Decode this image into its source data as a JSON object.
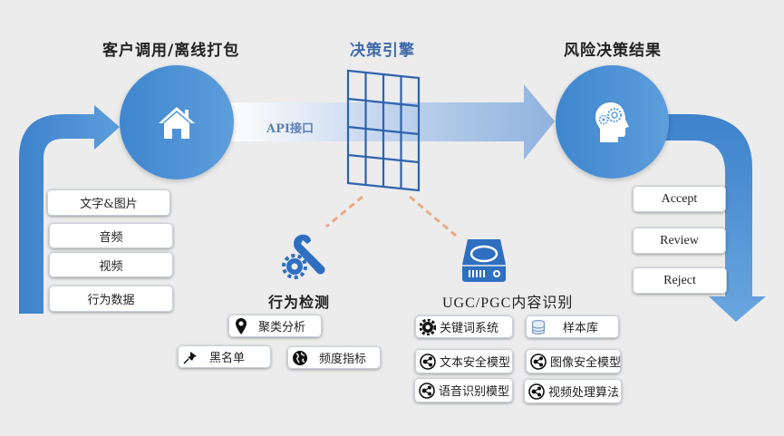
{
  "titles": {
    "client": "客户调用/离线打包",
    "engine": "决策引擎",
    "result": "风险决策结果",
    "behavior": "行为检测",
    "content": "UGC/PGC内容识别"
  },
  "api_label": "API接口",
  "inputs": [
    {
      "label": "文字&图片"
    },
    {
      "label": "音频"
    },
    {
      "label": "视频"
    },
    {
      "label": "行为数据"
    }
  ],
  "outcomes": [
    {
      "label": "Accept"
    },
    {
      "label": "Review"
    },
    {
      "label": "Reject"
    }
  ],
  "behavior_items": [
    {
      "label": "聚类分析",
      "icon": "map-pin-icon"
    },
    {
      "label": "黑名单",
      "icon": "pushpin-icon"
    },
    {
      "label": "频度指标",
      "icon": "globe-icon"
    }
  ],
  "content_items": [
    {
      "label": "关键词系统",
      "icon": "gear-icon"
    },
    {
      "label": "样本库",
      "icon": "database-icon"
    },
    {
      "label": "文本安全模型",
      "icon": "model-network-icon"
    },
    {
      "label": "图像安全模型",
      "icon": "model-network-icon"
    },
    {
      "label": "语音识别模型",
      "icon": "model-network-icon"
    },
    {
      "label": "视频处理算法",
      "icon": "model-network-icon"
    }
  ],
  "colors": {
    "primary_blue": "#4a8fd6",
    "grid_blue": "#2f63b0",
    "dash_orange": "#e9a982",
    "background": "#ececec"
  }
}
